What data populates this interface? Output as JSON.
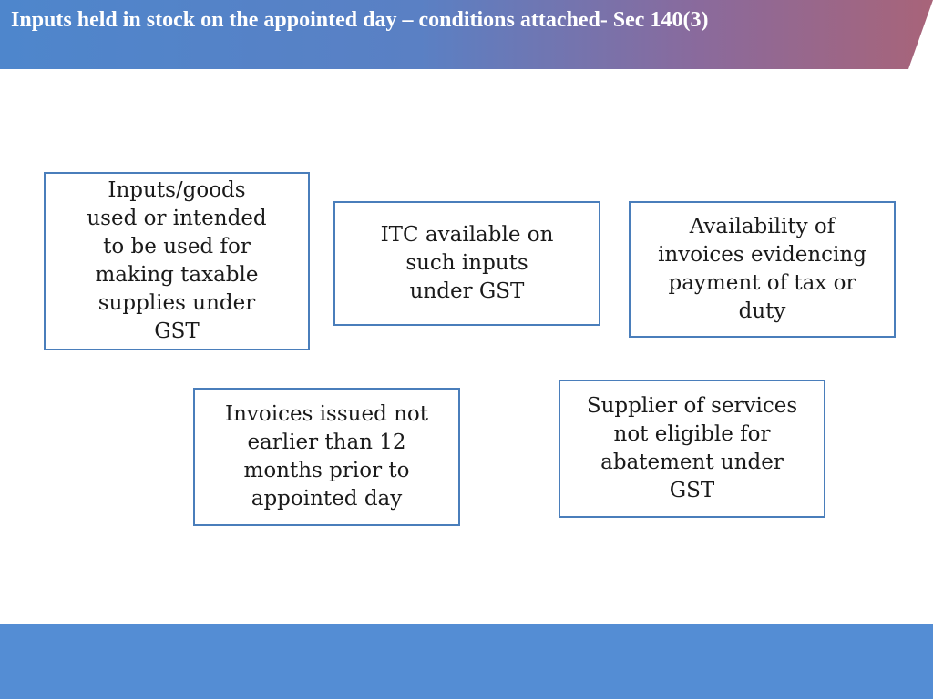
{
  "slide": {
    "title": "Inputs held in stock on the appointed day – conditions attached- Sec 140(3)"
  },
  "conditions": [
    {
      "text": "Inputs/goods\nused  or intended\nto be  used for\nmaking  taxable\nsupplies  under\nGST"
    },
    {
      "text": "ITC available on\nsuch inputs\nunder  GST"
    },
    {
      "text": "Availability of\ninvoices evidencing\npayment of tax or\nduty"
    },
    {
      "text": "Invoices issued not\nearlier than 12\nmonths prior to\nappointed day"
    },
    {
      "text": "Supplier of services\nnot eligible for\nabatement under\nGST"
    }
  ],
  "colors": {
    "title_gradient_start": "#4e86cc",
    "title_gradient_end": "#a86479",
    "box_border": "#4a7ebb",
    "footer": "#548dd4"
  }
}
